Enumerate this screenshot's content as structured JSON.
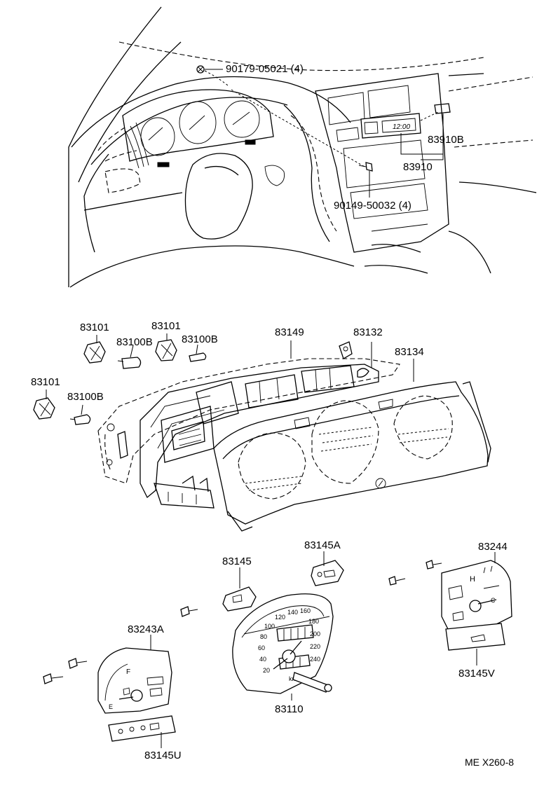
{
  "labels": {
    "p90179": "90179-05021 (4)",
    "p83910B": "83910B",
    "p83910": "83910",
    "p90149": "90149-50032 (4)",
    "p83101_a": "83101",
    "p83101_b": "83101",
    "p83101_c": "83101",
    "p83100B_a": "83100B",
    "p83100B_b": "83100B",
    "p83100B_c": "83100B",
    "p83149": "83149",
    "p83132": "83132",
    "p83134": "83134",
    "p83145A": "83145A",
    "p83244": "83244",
    "p83145": "83145",
    "p83243A": "83243A",
    "p83145V": "83145V",
    "p83110": "83110",
    "p83145U": "83145U"
  },
  "footer": {
    "code": "ME X260-8"
  },
  "speedometer": {
    "ticks": [
      "20",
      "40",
      "60",
      "80",
      "100",
      "120",
      "140",
      "160",
      "180",
      "200",
      "220",
      "240"
    ],
    "unit": "km/h"
  },
  "clock": {
    "display": "12:00"
  },
  "temp_gauge": {
    "high": "H",
    "low": "C"
  },
  "fuel_gauge": {
    "full": "F",
    "empty": "E"
  }
}
